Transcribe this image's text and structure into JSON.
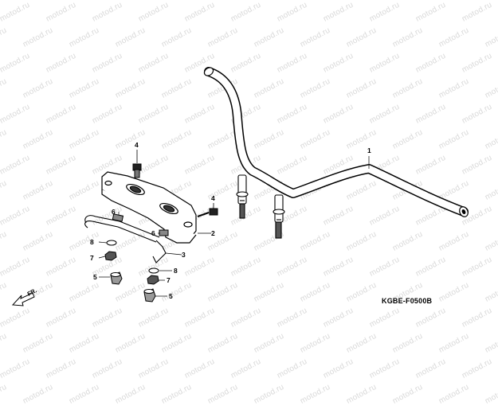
{
  "watermark": {
    "text": "motod.ru"
  },
  "diagram": {
    "part_code": "KGBE-F0500B",
    "direction": {
      "label": "FR."
    },
    "callouts": {
      "handlebar": "1",
      "upper_holder": "2",
      "clamp_wire": "3",
      "bolt_top": "4",
      "bolt_side": "4",
      "grommet_left": "5",
      "grommet_right": "5",
      "clip_left": "6",
      "clip_right": "6",
      "nut_left": "7",
      "nut_right": "7",
      "washer_left": "8",
      "washer_right": "8"
    }
  }
}
